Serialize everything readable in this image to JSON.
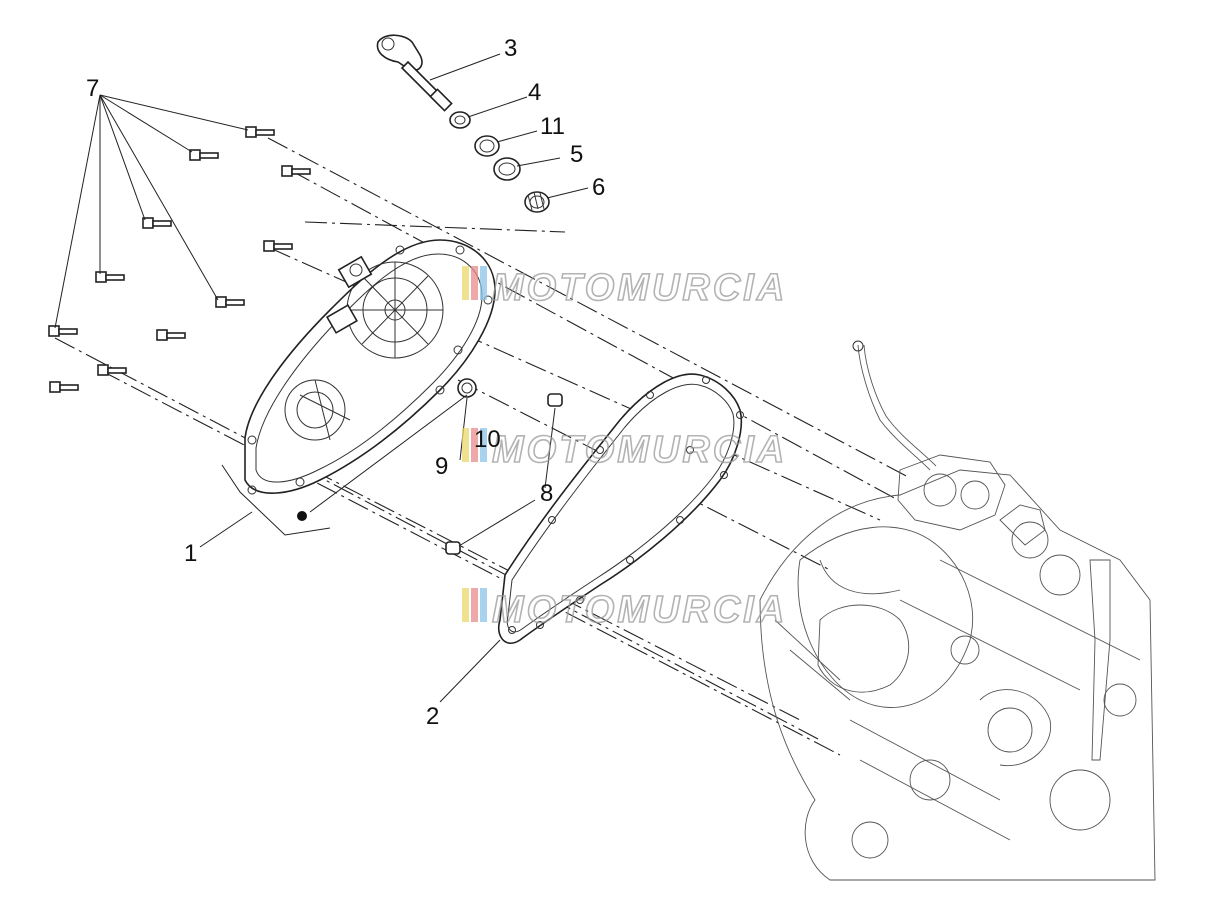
{
  "diagram": {
    "callouts": [
      {
        "id": "1",
        "label": "1"
      },
      {
        "id": "2",
        "label": "2"
      },
      {
        "id": "3",
        "label": "3"
      },
      {
        "id": "4",
        "label": "4"
      },
      {
        "id": "5",
        "label": "5"
      },
      {
        "id": "6",
        "label": "6"
      },
      {
        "id": "7",
        "label": "7"
      },
      {
        "id": "8",
        "label": "8"
      },
      {
        "id": "9",
        "label": "9"
      },
      {
        "id": "10",
        "label": "10"
      },
      {
        "id": "11",
        "label": "11"
      }
    ],
    "watermark": {
      "text": "MOTOMURCIA",
      "colors": [
        "#e9d86a",
        "#e88d8d",
        "#8dc3e8"
      ],
      "stroke": "#9a9a9a"
    },
    "colors": {
      "line": "#222222",
      "background": "#ffffff"
    }
  }
}
